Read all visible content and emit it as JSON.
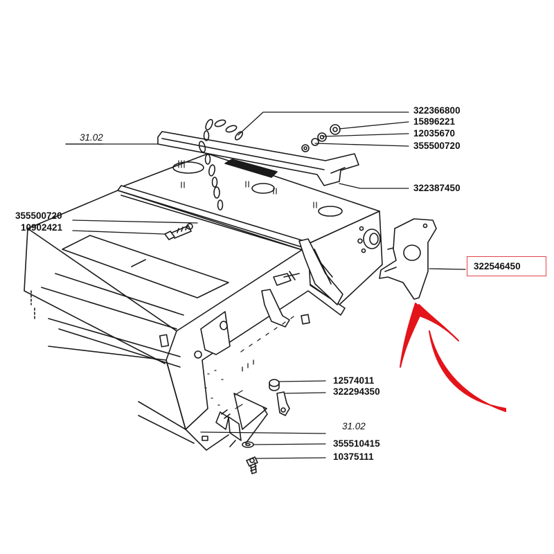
{
  "diagram": {
    "part_numbers": [
      {
        "id": "pn-322366800",
        "label": "322366800"
      },
      {
        "id": "pn-15896221",
        "label": "15896221"
      },
      {
        "id": "pn-12035670",
        "label": "12035670"
      },
      {
        "id": "pn-355500720-top",
        "label": "355500720"
      },
      {
        "id": "pn-322387450",
        "label": "322387450"
      },
      {
        "id": "pn-355500720-left",
        "label": "355500720"
      },
      {
        "id": "pn-10902421",
        "label": "10902421"
      },
      {
        "id": "pn-322546450",
        "label": "322546450"
      },
      {
        "id": "pn-12574011",
        "label": "12574011"
      },
      {
        "id": "pn-322294350",
        "label": "322294350"
      },
      {
        "id": "pn-355510415",
        "label": "355510415"
      },
      {
        "id": "pn-10375111",
        "label": "10375111"
      }
    ],
    "section_refs": [
      {
        "id": "ref-top",
        "label": "31.02"
      },
      {
        "id": "ref-bottom",
        "label": "31.02"
      }
    ],
    "highlighted_part": "322546450",
    "highlight_color": "#e0454a",
    "arrow_color": "#e3151b",
    "line_color": "#1a1a1a"
  }
}
